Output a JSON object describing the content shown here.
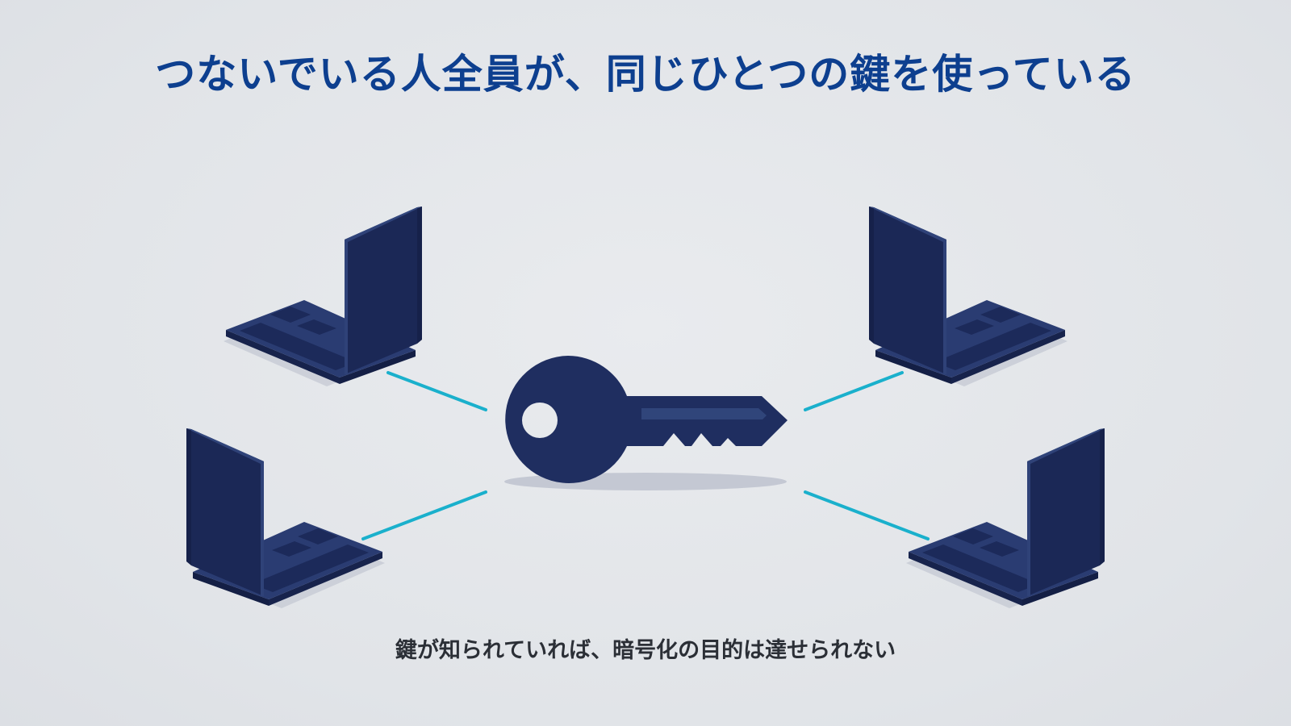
{
  "title": "つないでいる人全員が、同じひとつの鍵を使っている",
  "caption": "鍵が知られていれば、暗号化の目的は達せられない",
  "colors": {
    "title": "#0d3f8f",
    "caption": "#2b2f36",
    "device": "#1f2e60",
    "device_light": "#34497f",
    "connector": "#1ab0cc",
    "shadow": "#c4c8d3",
    "background": "#e3e6ea"
  },
  "icons": {
    "key": "key-icon",
    "laptop": "laptop-icon"
  },
  "nodes": [
    {
      "name": "laptop-top-left",
      "icon": "laptop-icon"
    },
    {
      "name": "laptop-top-right",
      "icon": "laptop-icon"
    },
    {
      "name": "laptop-bottom-left",
      "icon": "laptop-icon"
    },
    {
      "name": "laptop-bottom-right",
      "icon": "laptop-icon"
    }
  ]
}
